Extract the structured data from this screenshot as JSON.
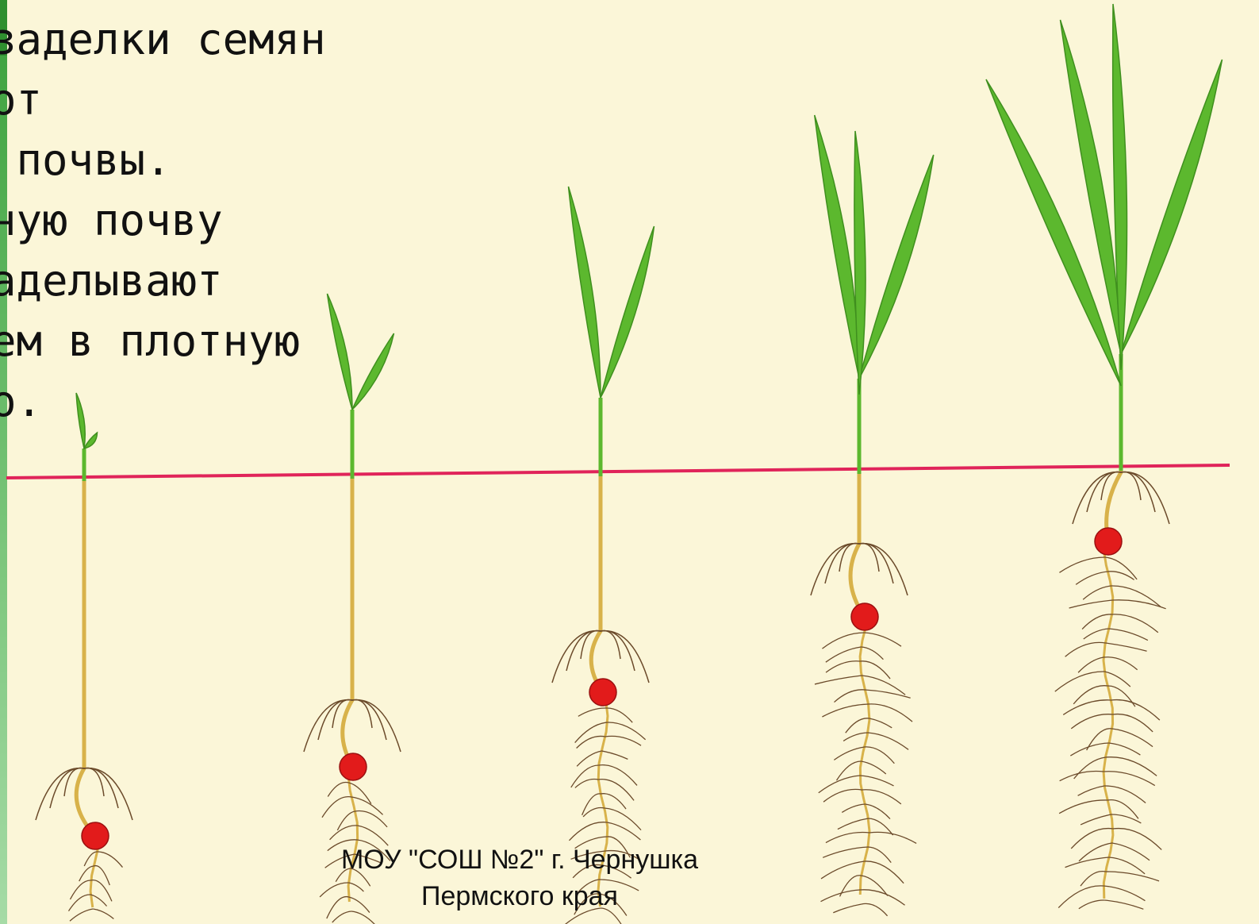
{
  "slide": {
    "text_lines": [
      "заделки семян",
      "от",
      " почвы.",
      "ную почву",
      "аделывают",
      "ем в плотную",
      "о."
    ],
    "footer": {
      "line1": "МОУ \"СОШ №2\" г. Чернушка",
      "line2": "Пермского края"
    }
  },
  "colors": {
    "background": "#fbf6d8",
    "soil_line": "#e0245a",
    "leaf": "#5cb82e",
    "stem": "#d8b24a",
    "seed": "#e21b1b",
    "sidebar": "#3aa03a"
  },
  "illustration": {
    "subject": "seedlings-at-increasing-sowing-depths",
    "seedling_count": 5
  }
}
